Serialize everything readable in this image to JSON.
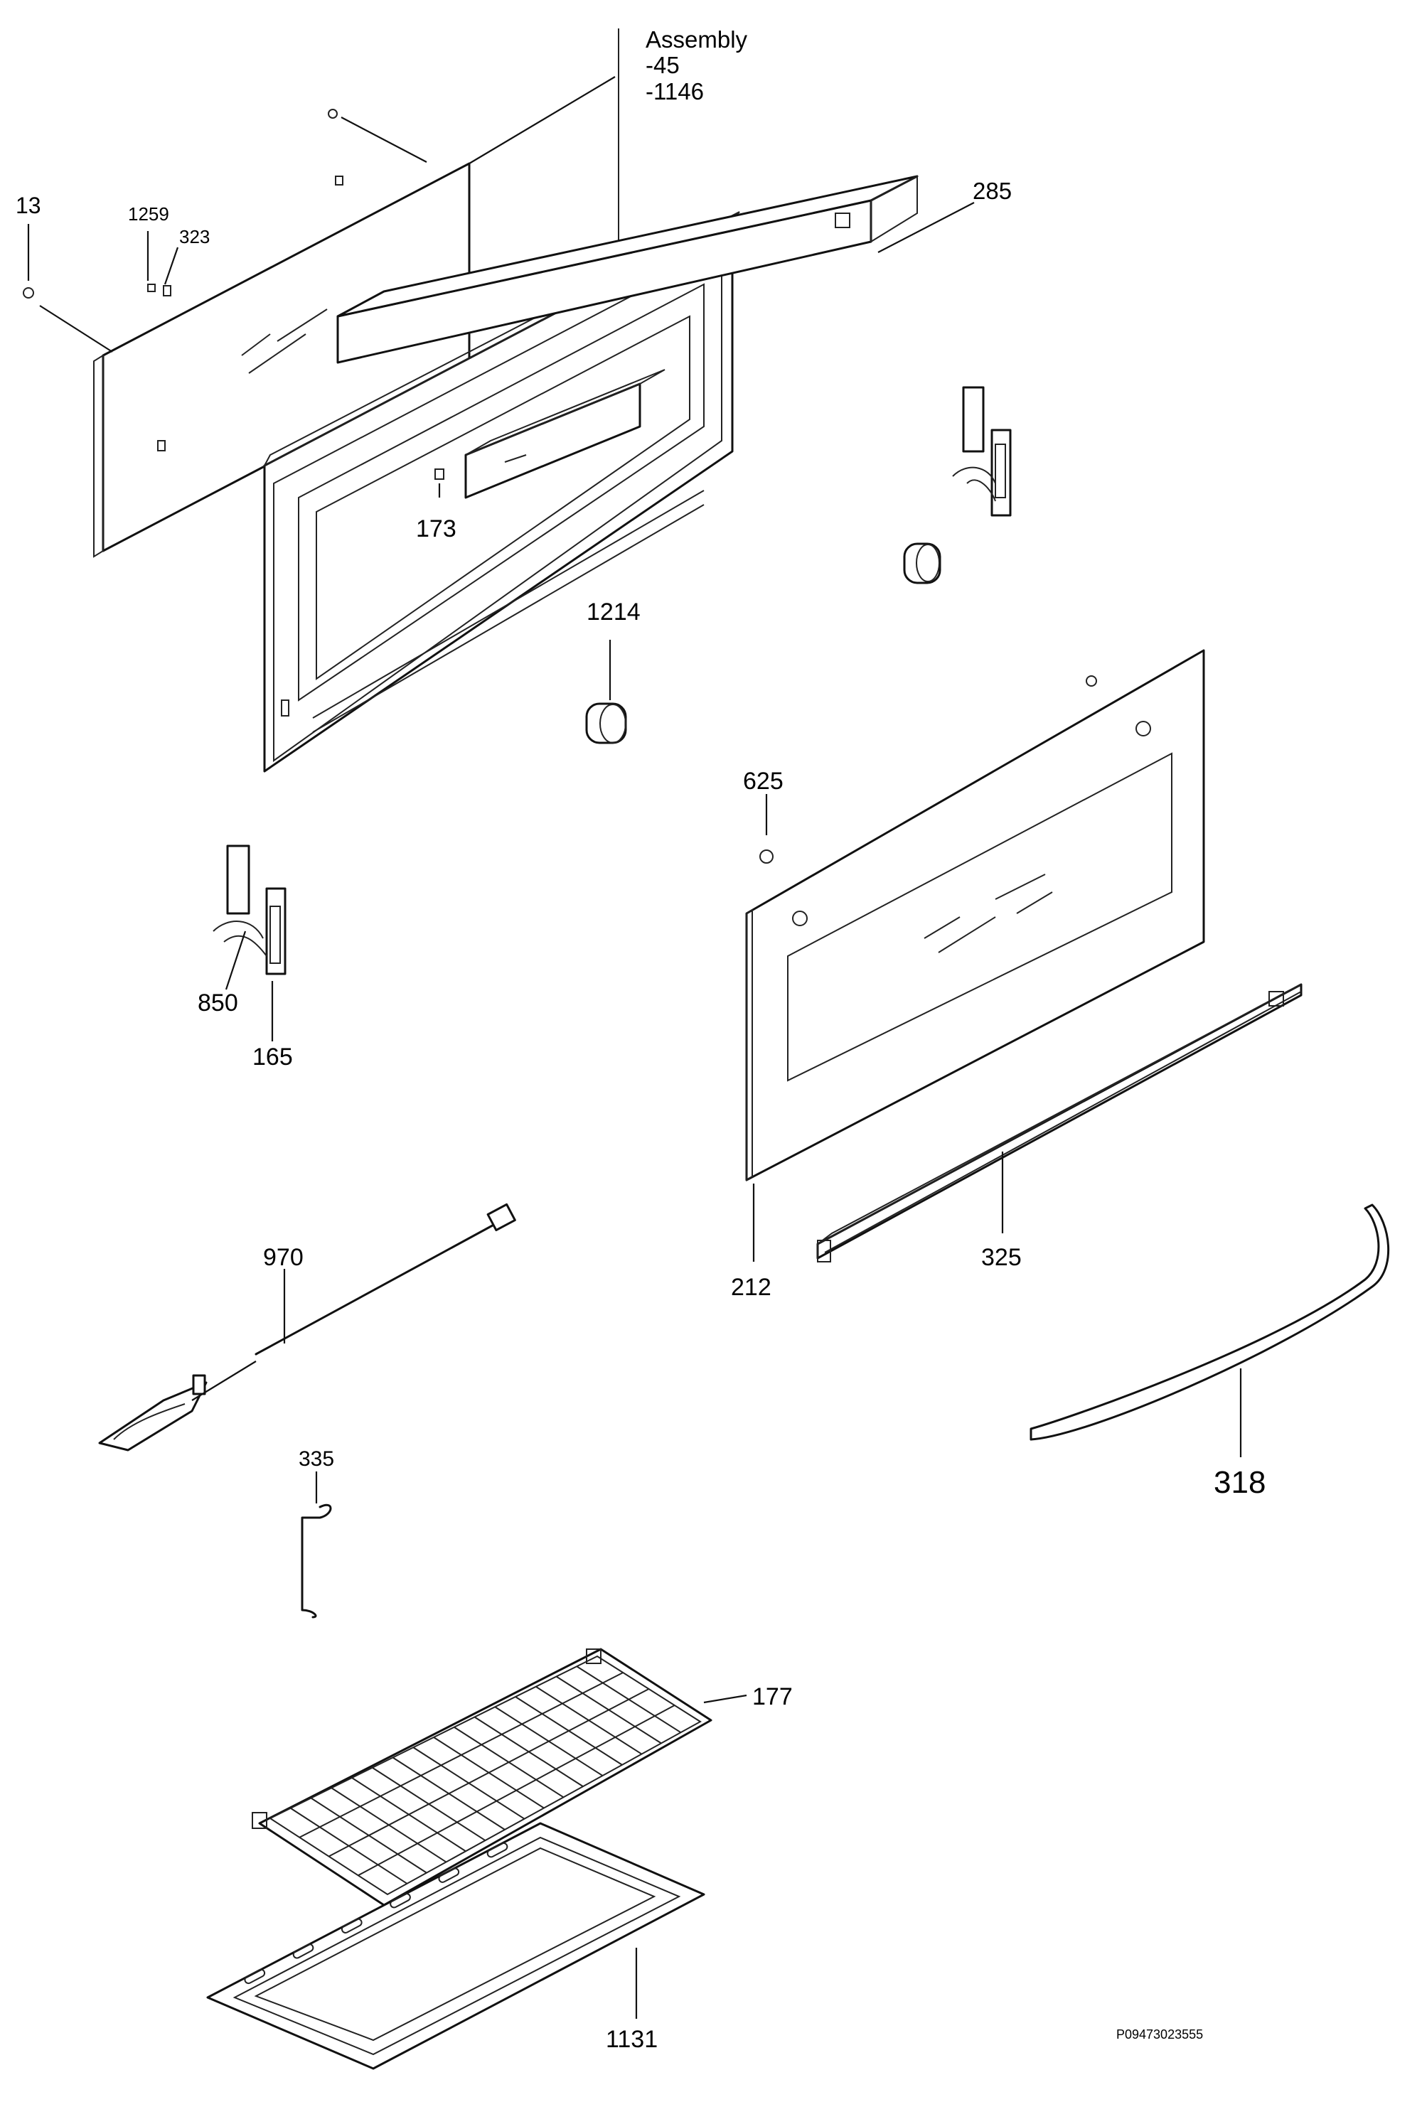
{
  "assembly": {
    "title": "Assembly",
    "line1": "-45",
    "line2": "-1146"
  },
  "labels": {
    "p13": "13",
    "p1259": "1259",
    "p323": "323",
    "p285": "285",
    "p173": "173",
    "p1214": "1214",
    "p625": "625",
    "p850": "850",
    "p165": "165",
    "p970": "970",
    "p212": "212",
    "p325": "325",
    "p318": "318",
    "p335": "335",
    "p177": "177",
    "p1131": "1131"
  },
  "drawing_code": "P09473023555"
}
